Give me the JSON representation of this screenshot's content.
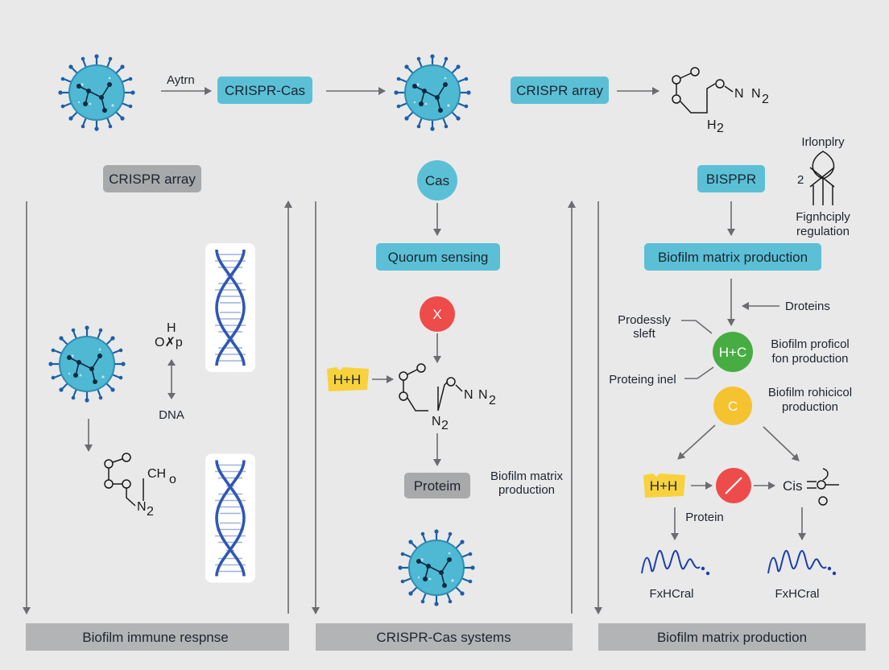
{
  "top_row": {
    "label_aytrn": "Aytrn",
    "crispr_cas": "CRISPR-Cas",
    "crispr_array": "CRISPR array",
    "chem1_n": "N",
    "chem1_n2": "N",
    "chem1_sub2": "2",
    "chem1_h2": "H",
    "chem1_h2sub": "2"
  },
  "col1": {
    "crispr_array_box": "CRISPR array",
    "h_label": "H",
    "oxp_label": "O✗p",
    "dna_label": "DNA",
    "ch_label": "CH",
    "ch_sub": "o",
    "n2_label": "N",
    "n2_sub": "2",
    "footer": "Biofilm immune respnse"
  },
  "col2": {
    "cas_circle": "Cas",
    "quorum": "Quorum sensing",
    "x_circle": "X",
    "hh_tag": "H+H",
    "n_label": "N",
    "n_sub": "2",
    "nn_label": "N",
    "nn_label2": "N",
    "nn_sub": "2",
    "protein_box": "Proteim",
    "biofilm_line1": "Biofilm matrix",
    "biofilm_line2": "production",
    "footer": "CRISPR-Cas systems"
  },
  "col3": {
    "label_top": "Irlonplry",
    "label_2": "2",
    "bispr_box": "BISPPR",
    "regulation_line1": "Fignhciply",
    "regulation_line2": "regulation",
    "biofilm_matrix": "Biofilm matrix production",
    "droteins": "Droteins",
    "prodessly_line1": "Prodessly",
    "prodessly_line2": "sleft",
    "hc_circle": "H+C",
    "proficol_line1": "Biofilm proficol",
    "proficol_line2": "fon production",
    "proteing_inel": "Proteing inel",
    "c_circle": "C",
    "rohicicol_line1": "Biofilm rohicicol",
    "rohicicol_line2": "production",
    "hh_tag": "H+H",
    "cis_label": "Cis",
    "protein_label": "Protein",
    "fxhcral_left": "FxHCral",
    "fxhcral_right": "FxHCral",
    "footer": "Biofilm matrix production"
  },
  "colors": {
    "pill": "#5bc0d6",
    "grey_box": "#a8a9ab",
    "red": "#ee4b4b",
    "green": "#47ad43",
    "yellow": "#f5c230",
    "tag_yellow": "#f7d23c",
    "virus_body": "#4fb8d3",
    "virus_spike": "#1e5fa6",
    "dna_blue": "#2f57b5",
    "wave_blue": "#1c3fa5"
  }
}
